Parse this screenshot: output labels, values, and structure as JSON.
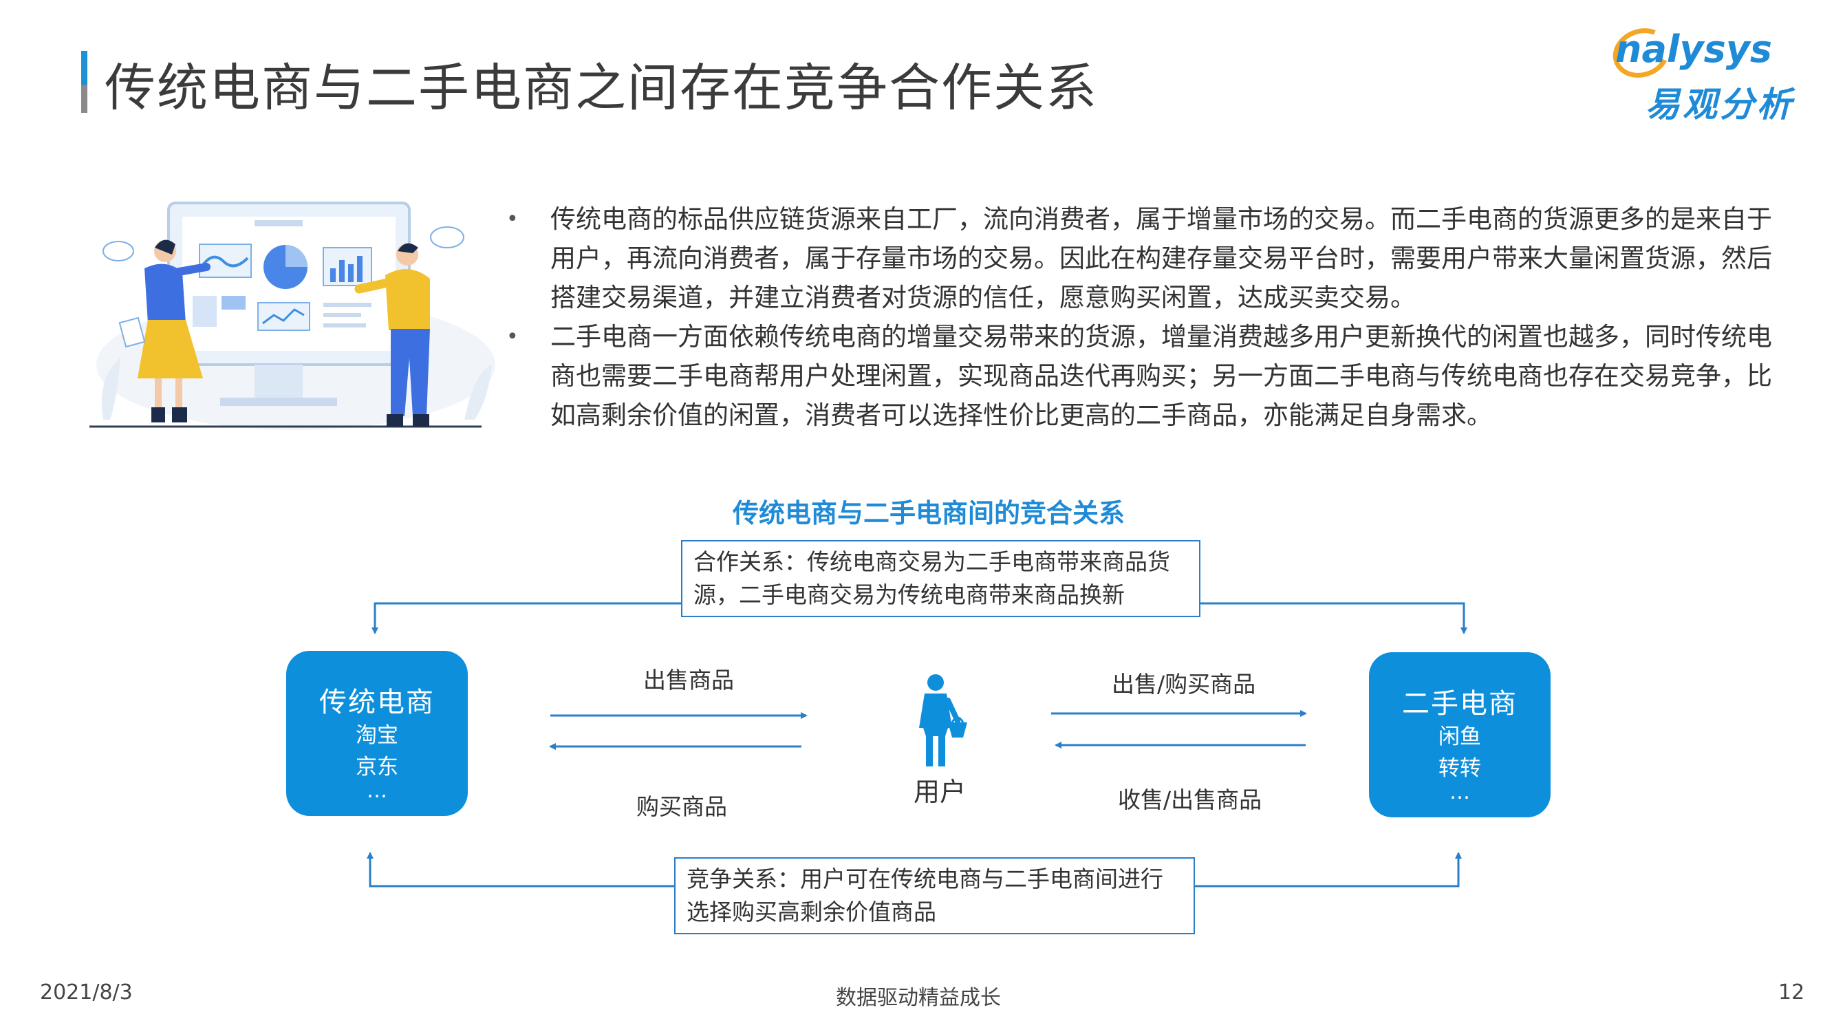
{
  "title": "传统电商与二手电商之间存在竞争合作关系",
  "logo": {
    "en": "nalysys",
    "cn": "易观分析"
  },
  "bullets": [
    "传统电商的标品供应链货源来自工厂，流向消费者，属于增量市场的交易。而二手电商的货源更多的是来自于用户，再流向消费者，属于存量市场的交易。因此在构建存量交易平台时，需要用户带来大量闲置货源，然后搭建交易渠道，并建立消费者对货源的信任，愿意购买闲置，达成买卖交易。",
    "二手电商一方面依赖传统电商的增量交易带来的货源，增量消费越多用户更新换代的闲置也越多，同时传统电商也需要二手电商帮用户处理闲置，实现商品迭代再购买；另一方面二手电商与传统电商也存在交易竞争，比如高剩余价值的闲置，消费者可以选择性价比更高的二手商品，亦能满足自身需求。"
  ],
  "bullet_marker": "•",
  "diagram": {
    "title": "传统电商与二手电商间的竞合关系",
    "cooperation": "合作关系：传统电商交易为二手电商带来商品货源，二手电商交易为传统电商带来商品换新",
    "competition": "竞争关系：用户可在传统电商与二手电商间进行选择购买高剩余价值商品",
    "left_node": {
      "title": "传统电商",
      "items": [
        "淘宝",
        "京东"
      ],
      "more": "…"
    },
    "right_node": {
      "title": "二手电商",
      "items": [
        "闲鱼",
        "转转"
      ],
      "more": "…"
    },
    "user": "用户",
    "left_top_label": "出售商品",
    "left_bottom_label": "购买商品",
    "right_top_label": "出售/购买商品",
    "right_bottom_label": "收售/出售商品"
  },
  "watermark": {
    "en": "nalysys",
    "cn": "易观分析"
  },
  "footer": {
    "date": "2021/8/3",
    "slogan": "数据驱动精益成长",
    "page": "12"
  },
  "colors": {
    "accent": "#1f8ad6",
    "node": "#0e8fdc",
    "logo_orange": "#f5a623"
  }
}
